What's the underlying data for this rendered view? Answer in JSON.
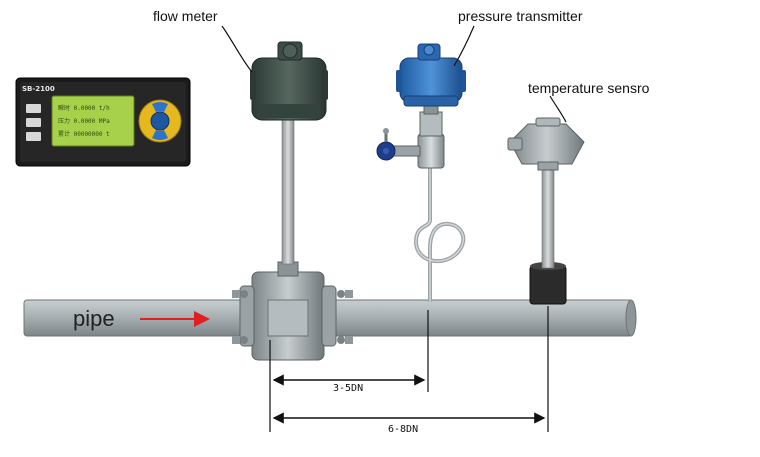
{
  "labels": {
    "flow_meter": "flow meter",
    "pressure_transmitter": "pressure transmitter",
    "temperature_sensor": "temperature sensro",
    "pipe": "pipe"
  },
  "dimensions": {
    "pressure_distance": "3-5DN",
    "temperature_distance": "6-8DN"
  },
  "display_unit": {
    "model": "SB-2100",
    "lcd_lines": [
      "瞬时 0.0000 t/h",
      "压力 0.0000 MPa",
      "累计 00000000 t"
    ]
  },
  "colors": {
    "pipe": "#a8aeb0",
    "flow_arrow": "#e02020",
    "transmitter_head": "#3a4a45",
    "pressure_body": "#2e6fb8",
    "lcd_screen": "#a7d14a"
  }
}
